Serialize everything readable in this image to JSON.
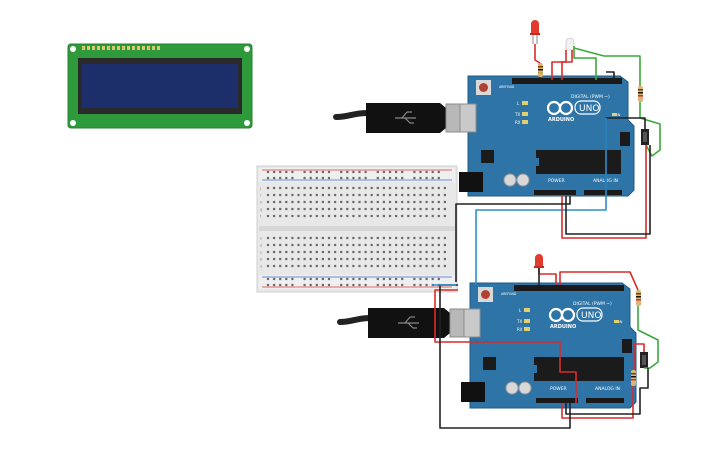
{
  "boards": [
    {
      "logo_text": "ARDUINO",
      "model_text": "UNO",
      "digital_label": "DIGITAL (PWM ~)",
      "analog_label": "ANALOG IN",
      "power_label": "POWER",
      "led_labels": {
        "l": "L",
        "tx": "TX",
        "rx": "RX"
      },
      "on_label": "ON",
      "aref_label": "AREF",
      "gnd_label": "GND"
    },
    {
      "logo_text": "ARDUINO",
      "model_text": "UNO",
      "digital_label": "DIGITAL (PWM ~)",
      "analog_label": "ANALOG IN",
      "power_label": "POWER",
      "led_labels": {
        "l": "L",
        "tx": "TX",
        "rx": "RX"
      },
      "on_label": "ON",
      "aref_label": "AREF",
      "gnd_label": "GND"
    }
  ],
  "breadboard": {
    "row_letters_top": [
      "j",
      "i",
      "h",
      "g",
      "f"
    ],
    "row_letters_bottom": [
      "e",
      "d",
      "c",
      "b",
      "a"
    ]
  },
  "colors": {
    "board": "#2e74a6",
    "board_edge": "#1f5a86",
    "wire_red": "#d92b2b",
    "wire_black": "#222222",
    "wire_green": "#3aa83a",
    "wire_blue": "#2a8fd0",
    "lcd_pcb": "#2f9a3b",
    "lcd_screen": "#1d2f6b"
  }
}
